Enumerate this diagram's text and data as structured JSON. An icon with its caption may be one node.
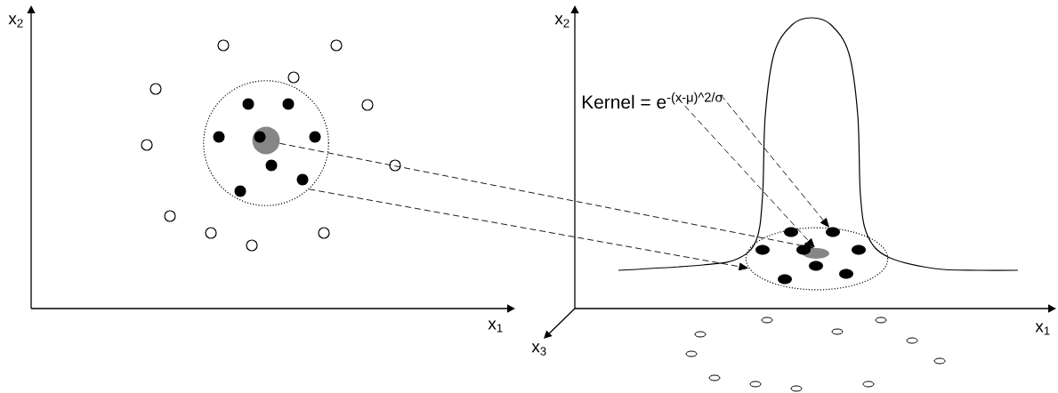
{
  "diagram": {
    "nodes": [
      {
        "text": [
          "Kernel = e$^{-(x-μ)^2/σ}$"
        ]
      },
      {
        "text": [],
        "shape": "circle"
      },
      {
        "text": [],
        "shape": "circle",
        "in": 1
      },
      {
        "text": [],
        "shape": "ellipse"
      },
      {
        "text": [],
        "shape": "ellipse",
        "in": 3
      }
    ],
    "edges": [
      {
        "from": 2,
        "to": 4,
        "arrow": "to",
        "style": "dashed"
      },
      {
        "from": 1,
        "to": 3,
        "arrow": "to",
        "style": "dashed"
      },
      {
        "from": 0,
        "to": 4,
        "arrow": "to",
        "style": "dashed"
      },
      {
        "from": 0,
        "to": 3,
        "arrow": "to",
        "style": "dashed"
      }
    ],
    "labels": [
      "x$_{2}$",
      "x$_{1}$",
      "x$_{2}$",
      "x$_{1}$",
      "x$_{3}$"
    ]
  }
}
